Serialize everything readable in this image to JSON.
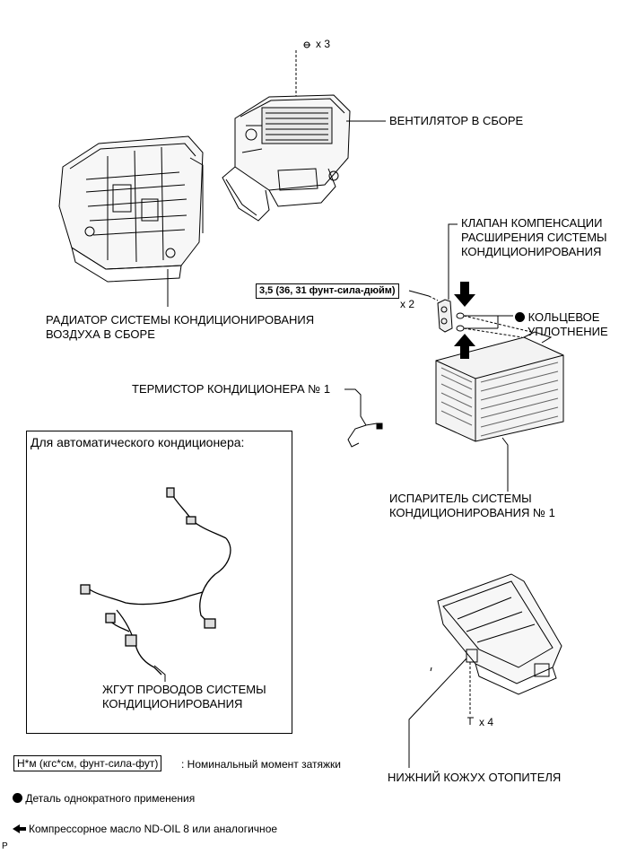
{
  "callouts": {
    "bolt_top_qty": "x 3",
    "blower": "ВЕНТИЛЯТОР В СБОРЕ",
    "valve_line1": "КЛАПАН КОМПЕНСАЦИИ",
    "valve_line2": "РАСШИРЕНИЯ СИСТЕМЫ",
    "valve_line3": "КОНДИЦИОНИРОВАНИЯ",
    "torque_spec": "3,5 (36, 31 фунт-сила-дюйм)",
    "bolt_valve_qty": "x 2",
    "oring_line1": "КОЛЬЦЕВОЕ",
    "oring_line2": "УПЛОТНЕНИЕ",
    "radiator_line1": "РАДИАТОР СИСТЕМЫ КОНДИЦИОНИРОВАНИЯ",
    "radiator_line2": "ВОЗДУХА В СБОРЕ",
    "thermistor": "ТЕРМИСТОР КОНДИЦИОНЕРА № 1",
    "evaporator_line1": "ИСПАРИТЕЛЬ СИСТЕМЫ",
    "evaporator_line2": "КОНДИЦИОНИРОВАНИЯ № 1",
    "bolt_bottom_qty": "x 4",
    "lower_case": "НИЖНИЙ КОЖУХ ОТОПИТЕЛЯ"
  },
  "auto_ac_box": {
    "title": "Для автоматического кондиционера:",
    "harness_line1": "ЖГУТ ПРОВОДОВ СИСТЕМЫ",
    "harness_line2": "КОНДИЦИОНИРОВАНИЯ"
  },
  "legend": {
    "torque_unit": "Н*м (кгс*см, фунт-сила-фут)",
    "torque_desc": ": Номинальный момент затяжки",
    "non_reusable": "Деталь однократного применения",
    "oil": "Компрессорное масло ND-OIL 8 или аналогичное"
  },
  "corner_mark": "P"
}
